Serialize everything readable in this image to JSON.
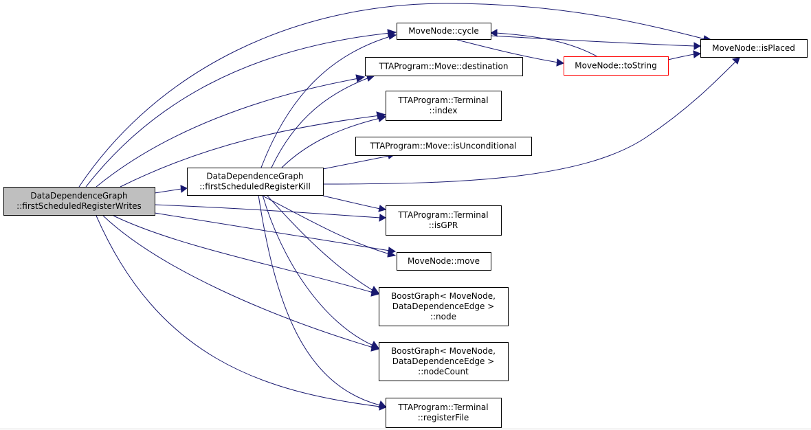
{
  "graph": {
    "colors": {
      "edge": "#191970",
      "node_border": "#000000",
      "root_fill": "#bfbfbf",
      "node_fill": "#ffffff",
      "highlight_border": "#ff0000"
    },
    "nodes": {
      "root": {
        "lines": [
          "DataDependenceGraph",
          "::firstScheduledRegisterWrites"
        ]
      },
      "kill": {
        "lines": [
          "DataDependenceGraph",
          "::firstScheduledRegisterKill"
        ]
      },
      "cycle": {
        "lines": [
          "MoveNode::cycle"
        ]
      },
      "isPlaced": {
        "lines": [
          "MoveNode::isPlaced"
        ]
      },
      "toString": {
        "lines": [
          "MoveNode::toString"
        ]
      },
      "destination": {
        "lines": [
          "TTAProgram::Move::destination"
        ]
      },
      "index": {
        "lines": [
          "TTAProgram::Terminal",
          "::index"
        ]
      },
      "isUnconditional": {
        "lines": [
          "TTAProgram::Move::isUnconditional"
        ]
      },
      "isGPR": {
        "lines": [
          "TTAProgram::Terminal",
          "::isGPR"
        ]
      },
      "move": {
        "lines": [
          "MoveNode::move"
        ]
      },
      "node": {
        "lines": [
          "BoostGraph< MoveNode,",
          "DataDependenceEdge >",
          "::node"
        ]
      },
      "nodeCount": {
        "lines": [
          "BoostGraph< MoveNode,",
          "DataDependenceEdge >",
          "::nodeCount"
        ]
      },
      "registerFile": {
        "lines": [
          "TTAProgram::Terminal",
          "::registerFile"
        ]
      }
    }
  }
}
